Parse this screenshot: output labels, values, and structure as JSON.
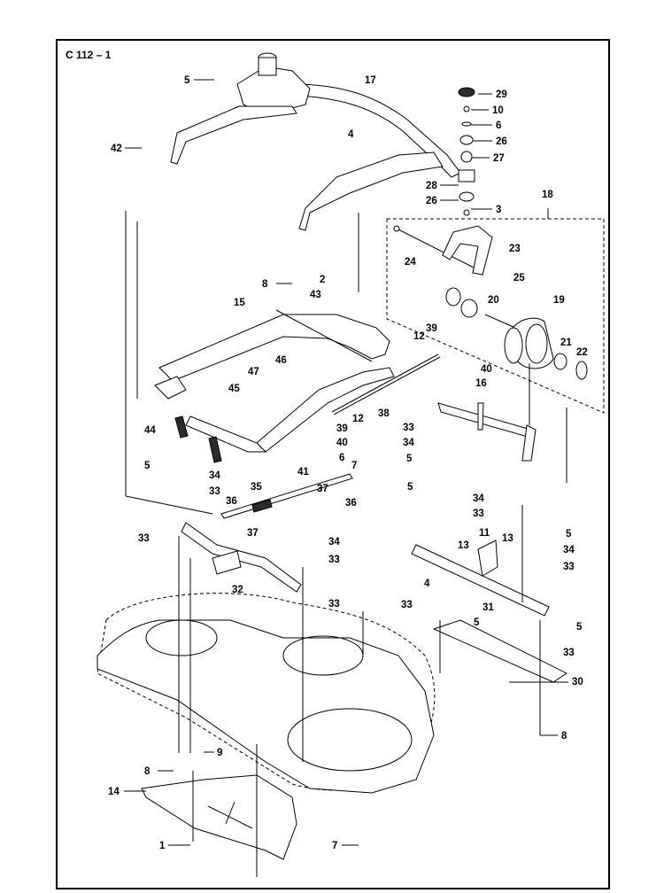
{
  "diagram": {
    "id": "C 112 – 1",
    "callouts": [
      "1",
      "2",
      "3",
      "4",
      "5",
      "6",
      "7",
      "8",
      "9",
      "10",
      "11",
      "12",
      "13",
      "14",
      "15",
      "16",
      "17",
      "18",
      "19",
      "20",
      "21",
      "22",
      "23",
      "24",
      "25",
      "26",
      "27",
      "28",
      "29",
      "30",
      "31",
      "32",
      "33",
      "34",
      "35",
      "36",
      "37",
      "38",
      "39",
      "40",
      "41",
      "42",
      "43",
      "44",
      "45",
      "46",
      "47"
    ]
  }
}
